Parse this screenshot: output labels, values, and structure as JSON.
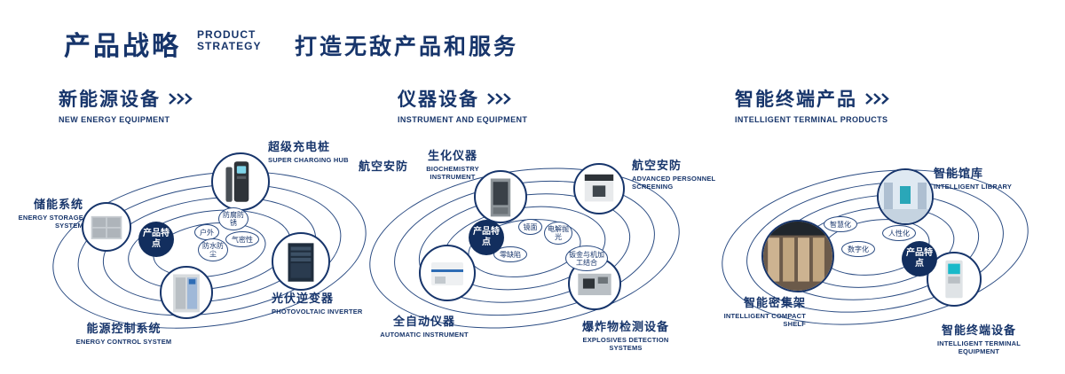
{
  "colors": {
    "navy": "#17356b",
    "badge_navy": "#122e5e",
    "background": "#ffffff"
  },
  "header": {
    "title_cn": "产品战略",
    "title_en_line1": "PRODUCT",
    "title_en_line2": "STRATEGY",
    "slogan": "打造无敌产品和服务"
  },
  "sections": [
    {
      "title_cn": "新能源设备",
      "title_en": "NEW ENERGY EQUIPMENT",
      "badge": "产品特点",
      "features": [
        "户外",
        "防腐防锈",
        "气密性",
        "防水防尘"
      ],
      "products": [
        {
          "cn": "储能系统",
          "en": "ENERGY STORAGE SYSTEM"
        },
        {
          "cn": "超级充电桩",
          "en": "SUPER CHARGING HUB"
        },
        {
          "cn": "光伏逆变器",
          "en": "PHOTOVOLTAIC INVERTER"
        },
        {
          "cn": "能源控制系统",
          "en": "ENERGY CONTROL SYSTEM"
        }
      ]
    },
    {
      "title_cn": "仪器设备",
      "title_en": "INSTRUMENT AND EQUIPMENT",
      "badge": "产品特点",
      "side_label": "航空安防",
      "features": [
        "镜面",
        "电解抛光",
        "零缺陷",
        "钣金与机加工结合"
      ],
      "products": [
        {
          "cn": "生化仪器",
          "en": "BIOCHEMISTRY INSTRUMENT"
        },
        {
          "cn": "航空安防",
          "en": "ADVANCED PERSONNEL SCREENING"
        },
        {
          "cn": "全自动仪器",
          "en": "AUTOMATIC INSTRUMENT"
        },
        {
          "cn": "爆炸物检测设备",
          "en": "EXPLOSIVES DETECTION SYSTEMS"
        }
      ]
    },
    {
      "title_cn": "智能终端产品",
      "title_en": "INTELLIGENT TERMINAL PRODUCTS",
      "badge": "产品特点",
      "features": [
        "智慧化",
        "人性化",
        "数字化"
      ],
      "products": [
        {
          "cn": "智能馆库",
          "en": "INTELLIGENT LIBRARY"
        },
        {
          "cn": "智能密集架",
          "en": "INTELLIGENT COMPACT SHELF"
        },
        {
          "cn": "智能终端设备",
          "en": "INTELLIGENT TERMINAL EQUIPMENT"
        }
      ]
    }
  ]
}
